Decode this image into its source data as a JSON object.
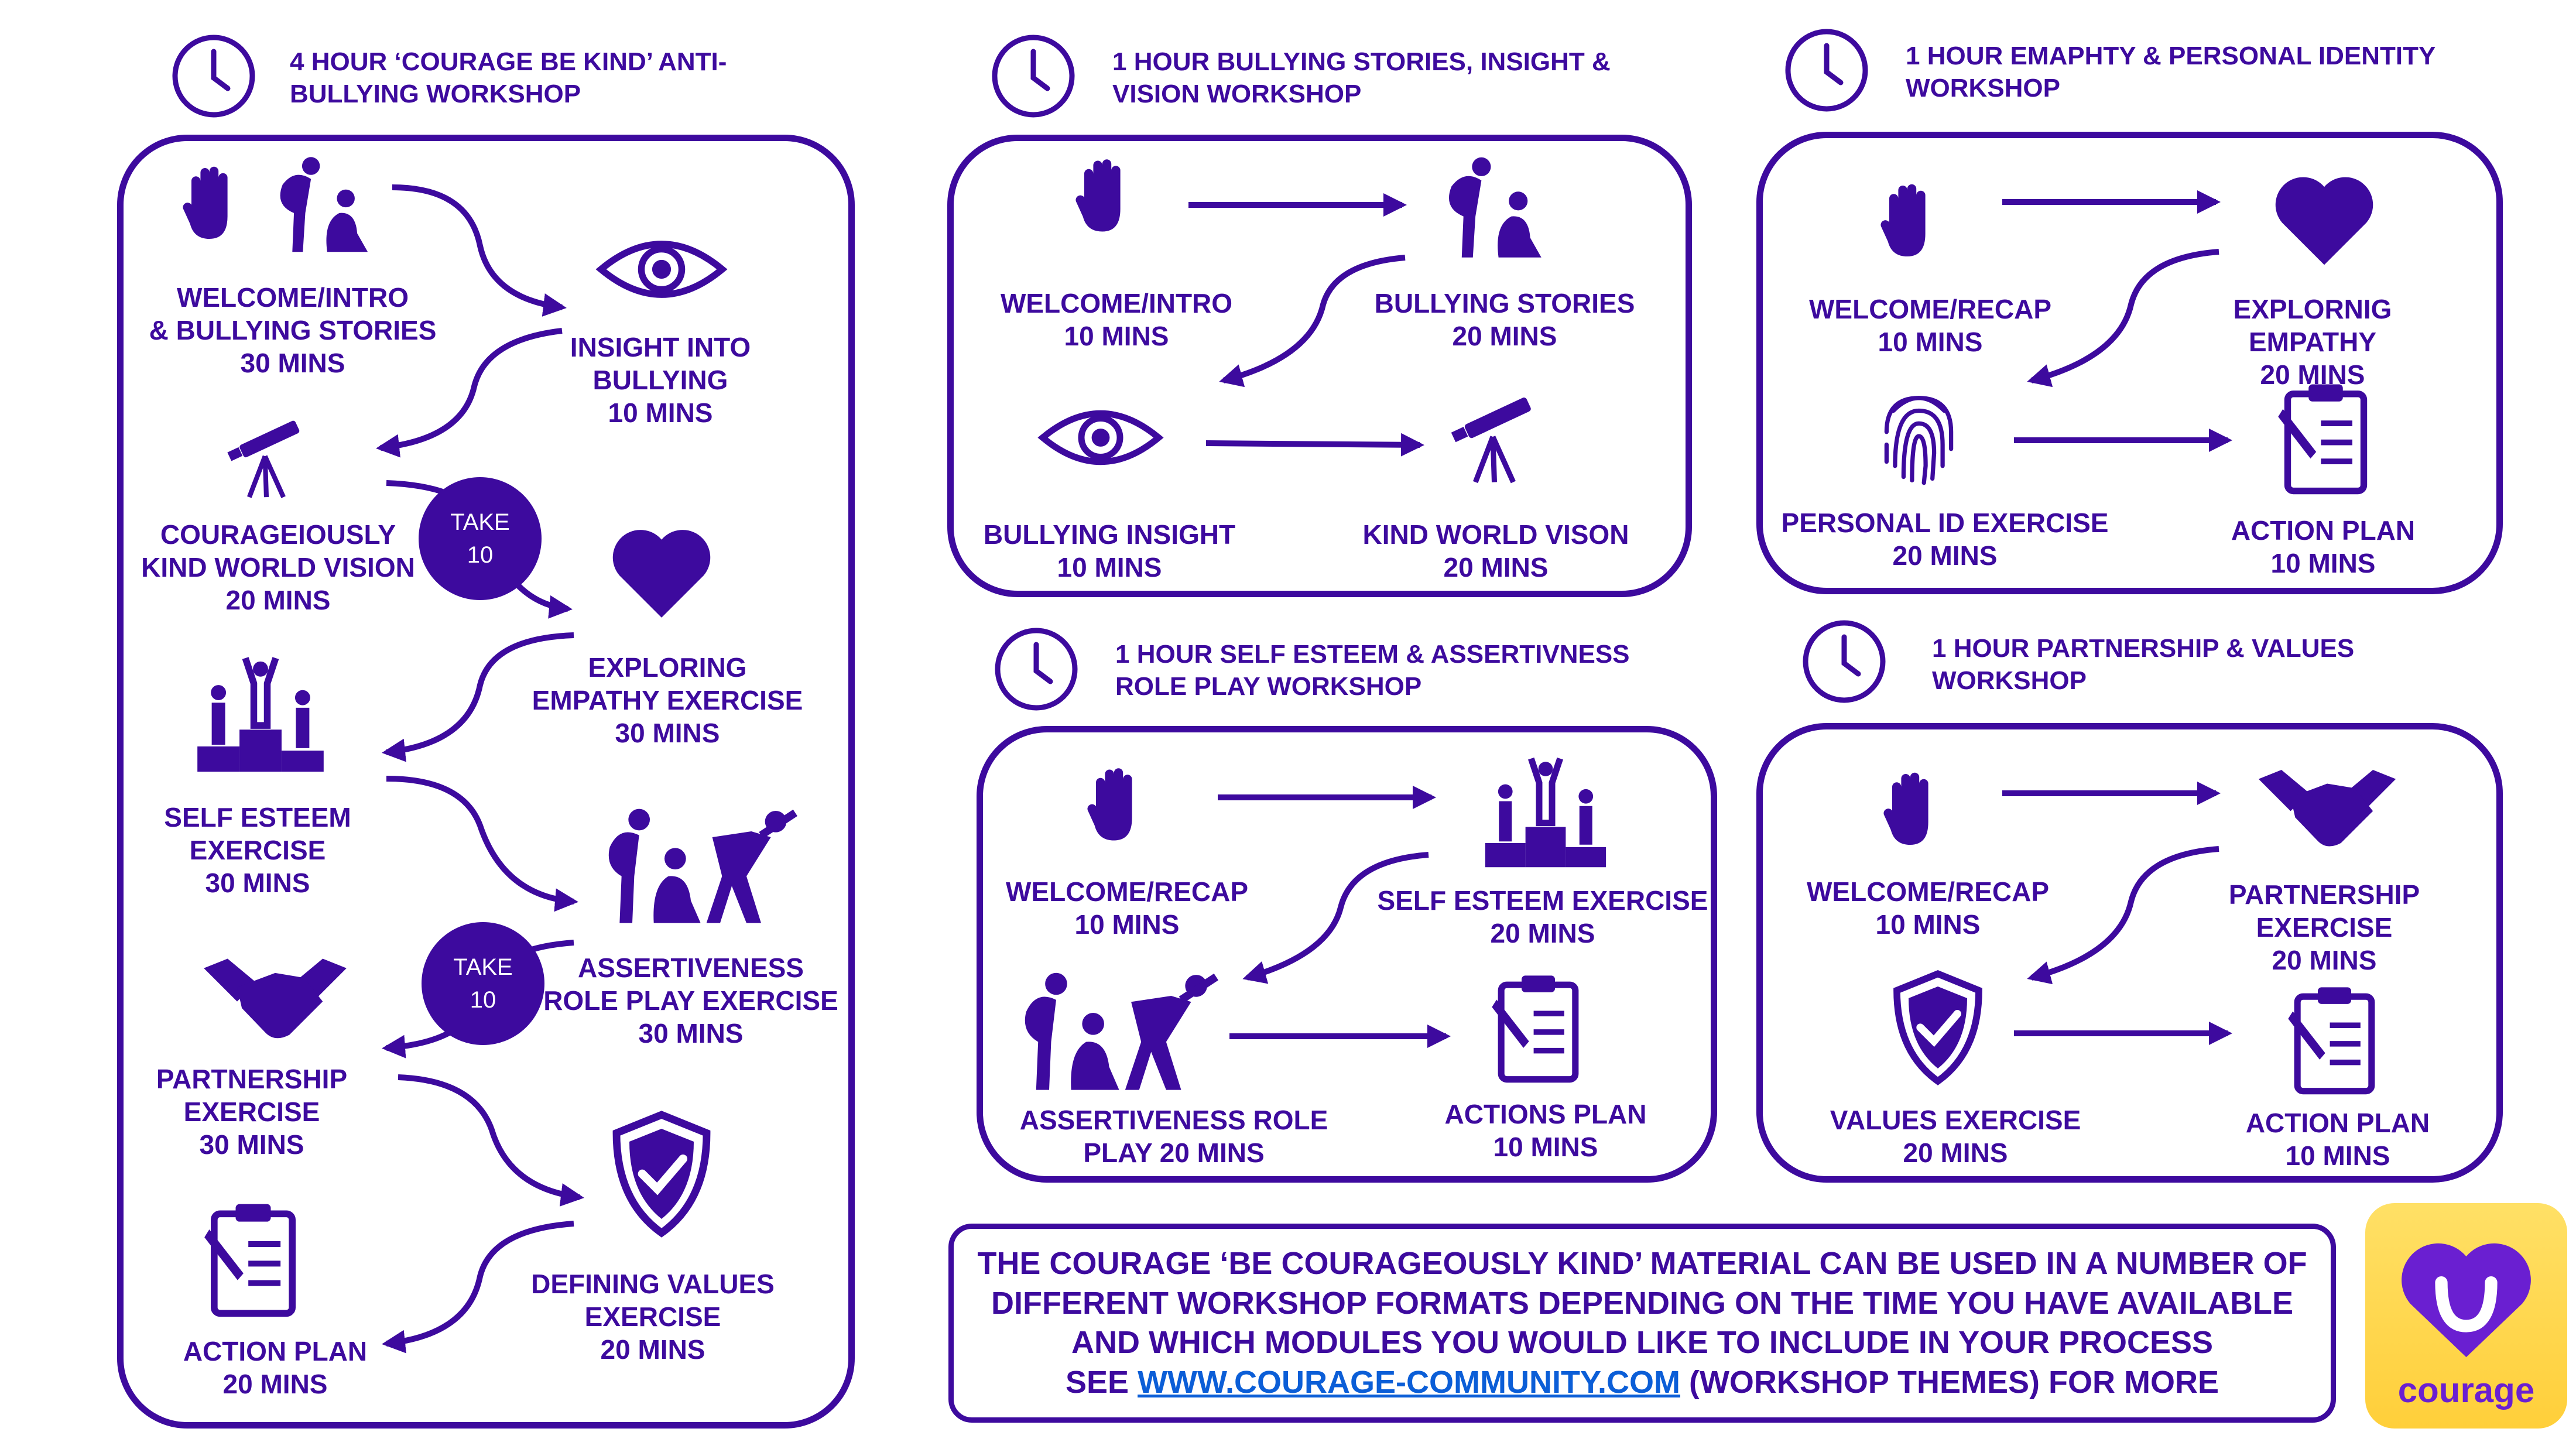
{
  "colors": {
    "primary": "#3d0a9e",
    "link": "#0b5ed7",
    "logo_bg": "#ffd93d"
  },
  "workshops": {
    "four_hour": {
      "title": "4 HOUR ‘COURAGE BE KIND’ ANTI-\nBULLYING WORKSHOP",
      "steps": [
        {
          "label": "WELCOME/INTRO\n& BULLYING STORIES\n30 MINS",
          "icon": "hand-and-people-icon"
        },
        {
          "label": "INSIGHT INTO\nBULLYING\n10 MINS",
          "icon": "eye-icon"
        },
        {
          "label": "COURAGEIOUSLY\nKIND WORLD VISION\n20 MINS",
          "icon": "telescope-icon"
        },
        {
          "label": "EXPLORING\nEMPATHY EXERCISE\n30 MINS",
          "icon": "heart-icon"
        },
        {
          "label": "SELF ESTEEM\nEXERCISE\n30 MINS",
          "icon": "podium-icon"
        },
        {
          "label": "ASSERTIVENESS\nROLE PLAY EXERCISE\n30 MINS",
          "icon": "role-play-icon"
        },
        {
          "label": "PARTNERSHIP\nEXERCISE\n30 MINS",
          "icon": "handshake-icon"
        },
        {
          "label": "DEFINING VALUES\nEXERCISE\n20 MINS",
          "icon": "shield-icon"
        },
        {
          "label": "ACTION PLAN\n20 MINS",
          "icon": "clipboard-icon"
        }
      ],
      "break1": {
        "line1": "TAKE",
        "line2": "10"
      },
      "break2": {
        "line1": "TAKE",
        "line2": "10"
      }
    },
    "bullying": {
      "title": "1 HOUR BULLYING STORIES, INSIGHT &\nVISION WORKSHOP",
      "steps": [
        {
          "label": "WELCOME/INTRO\n10 MINS"
        },
        {
          "label": "BULLYING STORIES\n20 MINS"
        },
        {
          "label": "BULLYING INSIGHT\n10 MINS"
        },
        {
          "label": "KIND WORLD VISON\n20 MINS"
        }
      ]
    },
    "empathy": {
      "title": "1 HOUR EMAPHTY &  PERSONAL IDENTITY\nWORKSHOP",
      "steps": [
        {
          "label": "WELCOME/RECAP\n10 MINS"
        },
        {
          "label": "EXPLORNIG EMPATHY\n20 MINS"
        },
        {
          "label": "PERSONAL ID EXERCISE\n20 MINS"
        },
        {
          "label": "ACTION PLAN\n10 MINS"
        }
      ]
    },
    "self_esteem": {
      "title": "1 HOUR SELF ESTEEM & ASSERTIVNESS\nROLE PLAY WORKSHOP",
      "steps": [
        {
          "label": "WELCOME/RECAP\n10 MINS"
        },
        {
          "label": "SELF ESTEEM EXERCISE\n20 MINS"
        },
        {
          "label": "ASSERTIVENESS  ROLE\nPLAY 20 MINS"
        },
        {
          "label": "ACTIONS PLAN\n10 MINS"
        }
      ]
    },
    "partnership": {
      "title": "1 HOUR PARTNERSHIP & VALUES\nWORKSHOP",
      "steps": [
        {
          "label": "WELCOME/RECAP\n10 MINS"
        },
        {
          "label": "PARTNERSHIP EXERCISE\n20 MINS"
        },
        {
          "label": "VALUES EXERCISE\n20 MINS"
        },
        {
          "label": "ACTION PLAN\n10 MINS"
        }
      ]
    }
  },
  "note": {
    "line1": "THE COURAGE ‘BE COURAGEOUSLY KIND’ MATERIAL CAN BE USED IN A NUMBER OF",
    "line2": "DIFFERENT WORKSHOP FORMATS DEPENDING ON THE TIME YOU HAVE AVAILABLE",
    "line3": "AND WHICH MODULES YOU WOULD LIKE TO INCLUDE IN YOUR PROCESS",
    "line4_prefix": "SEE ",
    "link": "WWW.COURAGE-COMMUNITY.COM",
    "line4_suffix": " (WORKSHOP THEMES) FOR MORE"
  },
  "logo": {
    "text": "courage"
  }
}
